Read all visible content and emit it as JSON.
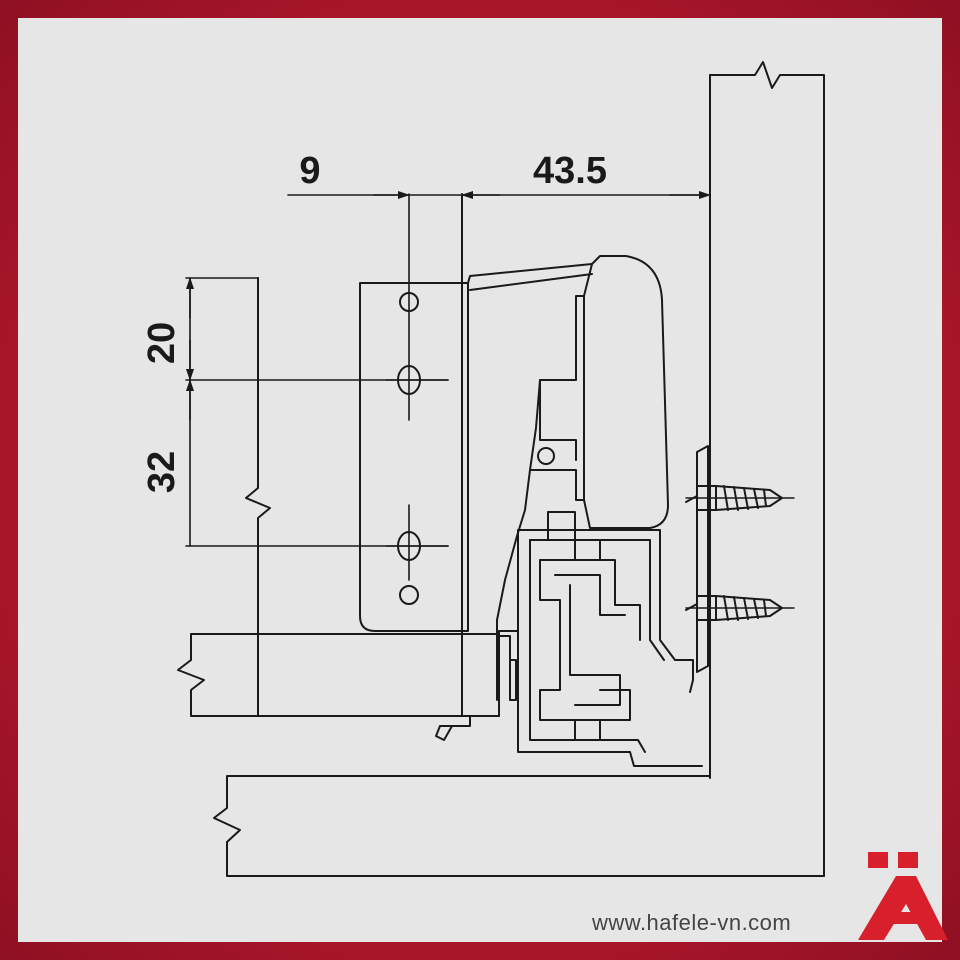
{
  "dimensions": {
    "top_left": "9",
    "top_right": "43.5",
    "left_top": "20",
    "left_bottom": "32"
  },
  "footer": {
    "website": "www.hafele-vn.com"
  },
  "colors": {
    "background": "#b41a2e",
    "panel": "#e6e6e6",
    "line": "#1a1a1a",
    "logo": "#d8202c"
  },
  "logo_icon": "hafele-logo-icon"
}
